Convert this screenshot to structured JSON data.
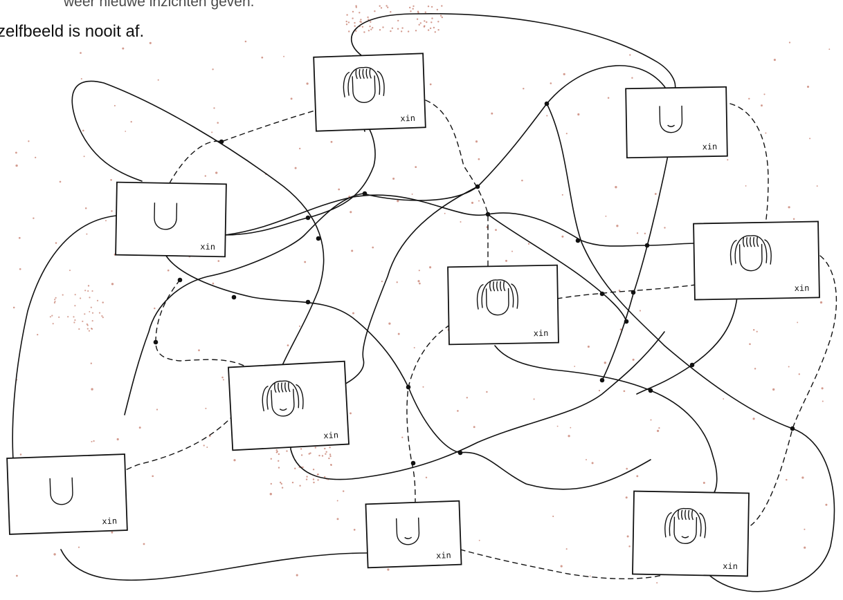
{
  "caption": {
    "line1": "weer nieuwe inzichten geven.",
    "line2": "zelfbeeld is nooit af."
  },
  "frame_signature": "xin",
  "colors": {
    "ink": "#111111",
    "dots": "#c47a6a",
    "paper": "#ffffff"
  },
  "portraits": [
    {
      "name": "portrait-top-center",
      "variant": "hair"
    },
    {
      "name": "portrait-top-right",
      "variant": "smile"
    },
    {
      "name": "portrait-left",
      "variant": "plain"
    },
    {
      "name": "portrait-right",
      "variant": "hair"
    },
    {
      "name": "portrait-middle",
      "variant": "hair"
    },
    {
      "name": "portrait-center-left",
      "variant": "hair-smile"
    },
    {
      "name": "portrait-bottom-left",
      "variant": "plain"
    },
    {
      "name": "portrait-bottom-center",
      "variant": "smile"
    },
    {
      "name": "portrait-bottom-right",
      "variant": "hair-smile"
    }
  ]
}
